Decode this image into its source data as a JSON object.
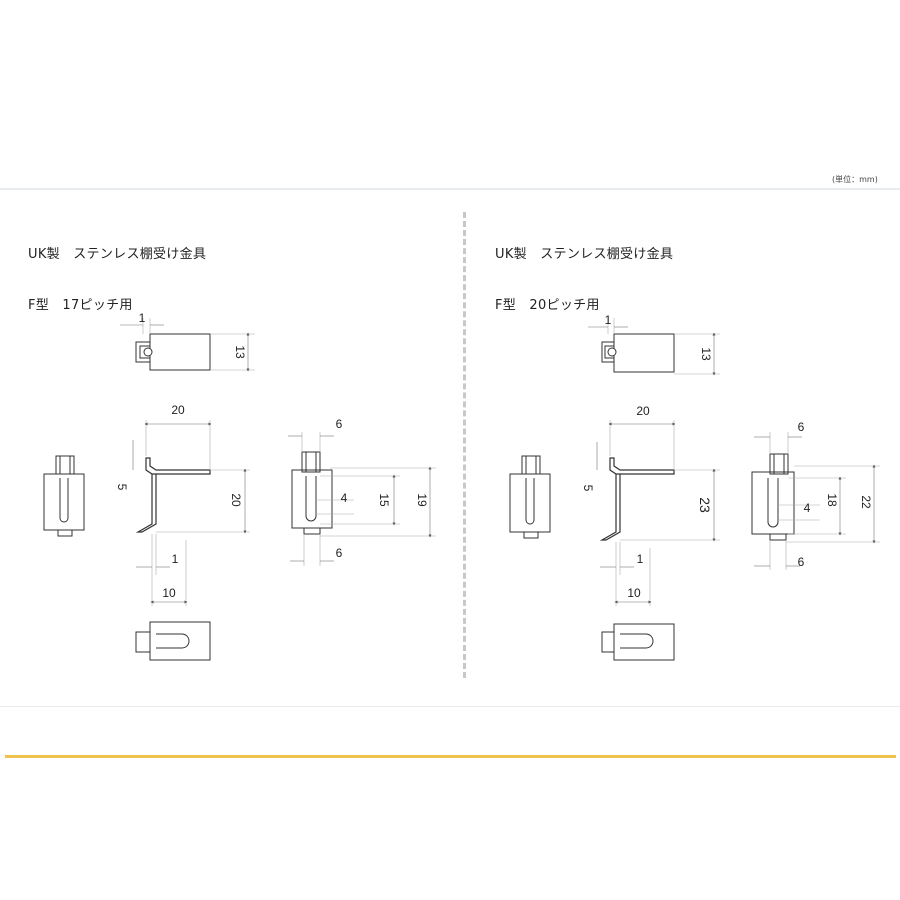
{
  "unit_note": "(単位：mm)",
  "panels": [
    {
      "title_line1": "UK製　ステンレス棚受け金具",
      "title_line2": "F型　17ピッチ用",
      "dims": {
        "top_gap": "1",
        "top_height": "13",
        "bracket_width": "20",
        "bracket_hook": "5",
        "bracket_height": "20",
        "bracket_thick": "1",
        "bracket_base": "10",
        "front_top_w": "6",
        "slot_w": "4",
        "slot_h": "15",
        "overall_h": "19",
        "front_bot_w": "6"
      }
    },
    {
      "title_line1": "UK製　ステンレス棚受け金具",
      "title_line2": "F型　20ピッチ用",
      "dims": {
        "top_gap": "1",
        "top_height": "13",
        "bracket_width": "20",
        "bracket_hook": "5",
        "bracket_height": "23",
        "bracket_thick": "1",
        "bracket_base": "10",
        "front_top_w": "6",
        "slot_w": "4",
        "slot_h": "18",
        "overall_h": "22",
        "front_bot_w": "6"
      }
    }
  ]
}
